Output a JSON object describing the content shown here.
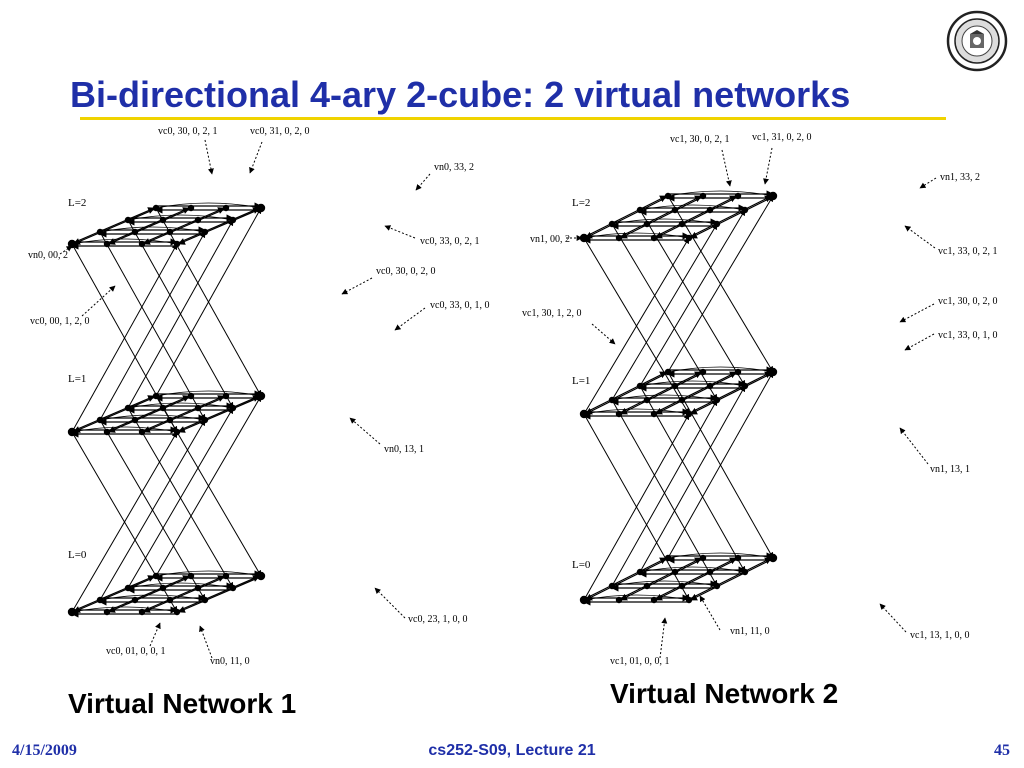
{
  "slide": {
    "title": "Bi-directional 4-ary 2-cube: 2 virtual networks",
    "footer_date": "4/15/2009",
    "footer_course": "cs252-S09, Lecture 21",
    "footer_page": "45"
  },
  "colors": {
    "title": "#1f2fa8",
    "rule": "#f0d300",
    "ink": "#000000"
  },
  "logo": {
    "icon": "university-seal-icon"
  },
  "networks": [
    {
      "caption": "Virtual Network 1",
      "levels": [
        "L=2",
        "L=1",
        "L=0"
      ],
      "labels": {
        "a": "vc0, 30, 0, 2, 1",
        "b": "vc0, 31, 0, 2, 0",
        "c": "vn0, 33, 2",
        "d": "vn0, 00, 2",
        "e": "vc0, 33, 0, 2, 1",
        "f": "vc0, 30, 0, 2, 0",
        "g": "vc0, 00, 1, 2, 0",
        "h": "vc0, 33, 0, 1, 0",
        "i": "vn0, 13, 1",
        "j": "vc0, 23, 1, 0, 0",
        "k": "vc0, 01, 0, 0, 1",
        "l": "vn0, 11, 0"
      }
    },
    {
      "caption": "Virtual Network 2",
      "levels": [
        "L=2",
        "L=1",
        "L=0"
      ],
      "labels": {
        "a": "vc1, 30, 0, 2, 1",
        "b": "vc1, 31, 0, 2, 0",
        "c": "vn1, 33, 2",
        "d": "vn1, 00, 2",
        "e": "vc1, 33, 0, 2, 1",
        "f": "vc1, 30, 1, 2, 0",
        "g": "vc1, 30, 0, 2, 0",
        "h": "vc1, 33, 0, 1, 0",
        "i": "vn1, 13, 1",
        "j": "vn1, 11, 0",
        "k": "vc1, 13, 1, 0, 0",
        "l": "vc1, 01, 0, 0, 1"
      }
    }
  ]
}
